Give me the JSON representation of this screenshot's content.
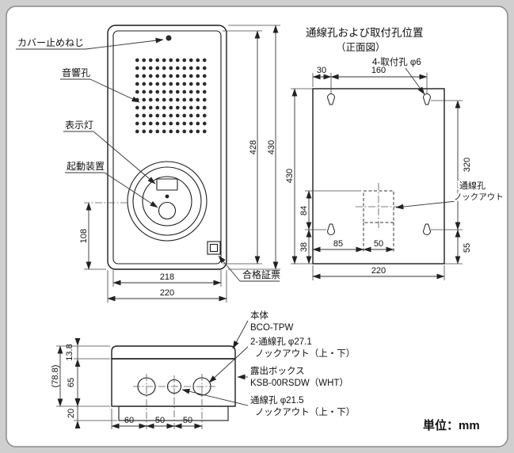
{
  "front": {
    "labels": {
      "cover_screw": "カバー止めねじ",
      "sound_holes": "音響孔",
      "indicator": "表示灯",
      "activator": "起動装置",
      "certification": "合格証票"
    },
    "dims": {
      "h_inner": "428",
      "h_outer": "430",
      "w_inner": "218",
      "w_outer": "220",
      "button_center": "108"
    }
  },
  "hole_view": {
    "title": "通線孔および取付孔位置",
    "subtitle": "（正面図）",
    "mount_hole_label": "4-取付孔 φ6",
    "knockout_label_1": "通線孔",
    "knockout_label_2": "ノックアウト",
    "dims": {
      "d30": "30",
      "d160": "160",
      "d430": "430",
      "d320": "320",
      "d84": "84",
      "d38": "38",
      "d85": "85",
      "d50": "50",
      "d55": "55",
      "d220": "220"
    }
  },
  "bottom_view": {
    "labels": {
      "body": "本体",
      "body_model": "BCO-TPW",
      "wire2": "2-通線孔 φ27.1",
      "wire2_sub": "ノックアウト（上・下）",
      "box": "露出ボックス",
      "box_model": "KSB-00RSDW（WHT）",
      "wire1": "通線孔 φ21.5",
      "wire1_sub": "ノックアウト（上・下）"
    },
    "dims": {
      "d138": "13.8",
      "d65": "65",
      "d788": "(78.8)",
      "d20": "20",
      "d60": "60",
      "d50a": "50",
      "d50b": "50"
    }
  },
  "footer": {
    "unit": "単位：mm"
  }
}
